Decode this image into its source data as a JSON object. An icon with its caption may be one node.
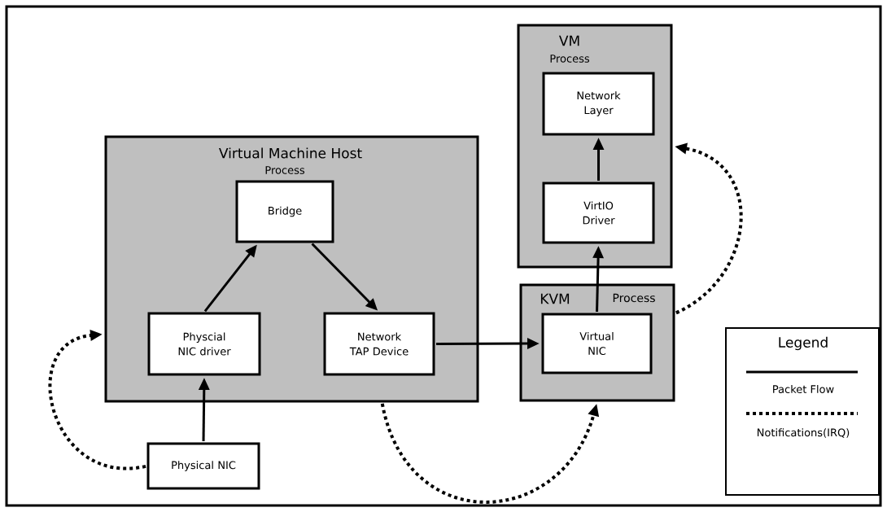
{
  "diagram": {
    "nodes": [
      {
        "text": [
          "Virtual Machine Host",
          "Process"
        ]
      },
      {
        "text": [
          "Bridge"
        ],
        "in": 0
      },
      {
        "text": [
          "Physcial NIC driver"
        ],
        "in": 0
      },
      {
        "text": [
          "Network TAP Device"
        ],
        "in": 0
      },
      {
        "text": [
          "Physical NIC"
        ]
      },
      {
        "text": [
          "VM",
          "Process"
        ]
      },
      {
        "text": [
          "Network Layer"
        ],
        "in": 5
      },
      {
        "text": [
          "VirtIO Driver"
        ],
        "in": 5
      },
      {
        "text": [
          "KVM",
          "Process"
        ]
      },
      {
        "text": [
          "Virtual NIC"
        ],
        "in": 8
      }
    ],
    "edges": [
      {
        "from": 4,
        "to": 2,
        "arrow": "to"
      },
      {
        "from": 2,
        "to": 1,
        "arrow": "to"
      },
      {
        "from": 1,
        "to": 3,
        "arrow": "to"
      },
      {
        "from": 3,
        "to": 9,
        "arrow": "to"
      },
      {
        "from": 9,
        "to": 7,
        "arrow": "to"
      },
      {
        "from": 7,
        "to": 6,
        "arrow": "to"
      },
      {
        "from": 4,
        "to": 0,
        "arrow": "to",
        "style": "dashed"
      },
      {
        "from": 0,
        "to": 8,
        "arrow": "to",
        "style": "dashed"
      },
      {
        "from": 8,
        "to": 5,
        "arrow": "to",
        "style": "dashed"
      }
    ],
    "labels": [
      "Legend"
    ],
    "legend": [
      {
        "text": "Packet Flow"
      },
      {
        "text": "Notifications(IRQ)"
      }
    ]
  }
}
